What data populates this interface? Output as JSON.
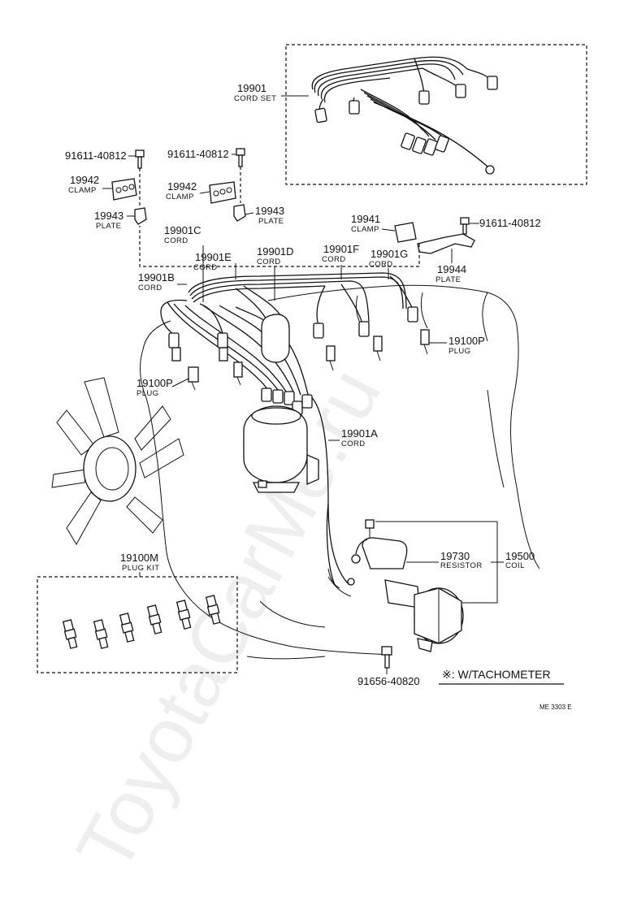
{
  "watermark": "ToyotaCarMe.ru",
  "footer_code": "ME 3303 E",
  "legend_text": "※: W/TACHOMETER",
  "parts": {
    "cord_set": {
      "number": "19901",
      "name": "CORD SET"
    },
    "bolt_left": {
      "number": "91611-40812"
    },
    "bolt_mid": {
      "number": "91611-40812"
    },
    "bolt_right": {
      "number": "91611-40812"
    },
    "clamp_left": {
      "number": "19942",
      "name": "CLAMP"
    },
    "clamp_mid": {
      "number": "19942",
      "name": "CLAMP"
    },
    "plate_left": {
      "number": "19943",
      "name": "PLATE"
    },
    "plate_mid": {
      "number": "19943",
      "name": "PLATE"
    },
    "clamp_right": {
      "number": "19941",
      "name": "CLAMP"
    },
    "plate_right": {
      "number": "19944",
      "name": "PLATE"
    },
    "cord_b": {
      "number": "19901B",
      "name": "CORD"
    },
    "cord_c": {
      "number": "19901C",
      "name": "CORD"
    },
    "cord_e": {
      "number": "19901E",
      "name": "CORD"
    },
    "cord_d": {
      "number": "19901D",
      "name": "CORD"
    },
    "cord_f": {
      "number": "19901F",
      "name": "CORD"
    },
    "cord_g": {
      "number": "19901G",
      "name": "CORD"
    },
    "plug_right": {
      "number": "19100P",
      "name": "PLUG"
    },
    "plug_left": {
      "number": "19100P",
      "name": "PLUG"
    },
    "cord_a": {
      "number": "19901A",
      "name": "CORD"
    },
    "plug_kit": {
      "number": "19100M",
      "name": "PLUG KIT"
    },
    "resistor": {
      "number": "19730",
      "name": "RESISTOR"
    },
    "coil": {
      "number": "19500",
      "name": "COIL"
    },
    "coil_bolt": {
      "number": "91656-40820"
    }
  }
}
